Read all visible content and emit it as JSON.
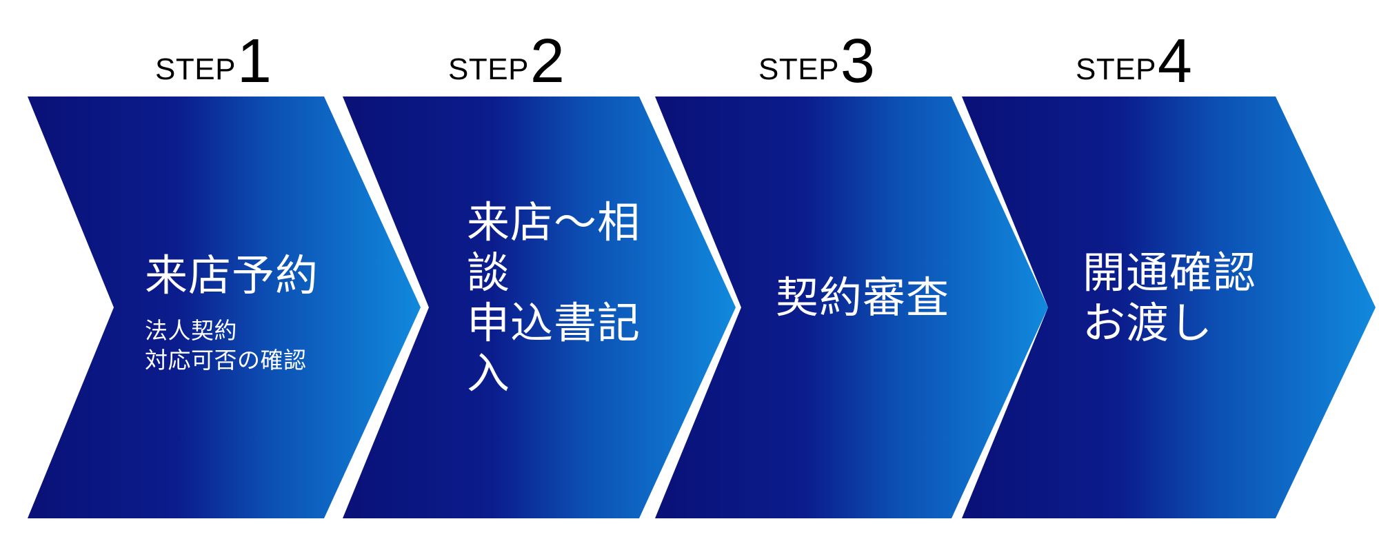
{
  "diagram": {
    "type": "process-steps",
    "orientation": "horizontal",
    "background_color": "#ffffff",
    "step_label_color": "#000000",
    "arrow_text_color": "#ffffff",
    "gradient_start": "#0A1178",
    "gradient_end": "#0E81D4"
  },
  "steps": [
    {
      "step_word": "STEP",
      "step_number": "1",
      "title": "来店予約",
      "subtitle": "法人契約\n対応可否の確認",
      "gradient_from": "#0A1178",
      "gradient_to": "#1189DC"
    },
    {
      "step_word": "STEP",
      "step_number": "2",
      "title": "来店〜相談\n申込書記入",
      "subtitle": "",
      "gradient_from": "#0A1178",
      "gradient_to": "#1189DC"
    },
    {
      "step_word": "STEP",
      "step_number": "3",
      "title": "契約審査",
      "subtitle": "",
      "gradient_from": "#0A1178",
      "gradient_to": "#1189DC"
    },
    {
      "step_word": "STEP",
      "step_number": "4",
      "title": "開通確認\nお渡し",
      "subtitle": "",
      "gradient_from": "#0A1178",
      "gradient_to": "#1189DC"
    }
  ]
}
